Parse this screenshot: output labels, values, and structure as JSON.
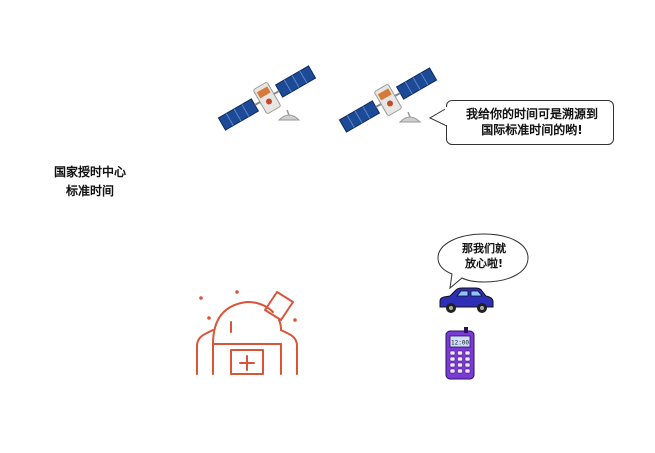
{
  "ntc_label": {
    "line1": "国家授时中心",
    "line2": "标准时间"
  },
  "satellite_bubble": {
    "line1": "我给你的时间可是溯源到",
    "line2": "国际标准时间的哟!"
  },
  "device_bubble": {
    "line1": "那我们就",
    "line2": "放心啦!"
  },
  "phone_screen": "12:00",
  "icons": [
    "satellite-icon",
    "satellite-icon",
    "observatory-icon",
    "car-icon",
    "mobile-phone-icon"
  ],
  "colors": {
    "observatory": "#d9553a",
    "car": "#2e2fb8",
    "phone": "#7b3ad6",
    "solar_panel": "#1d4a96"
  }
}
